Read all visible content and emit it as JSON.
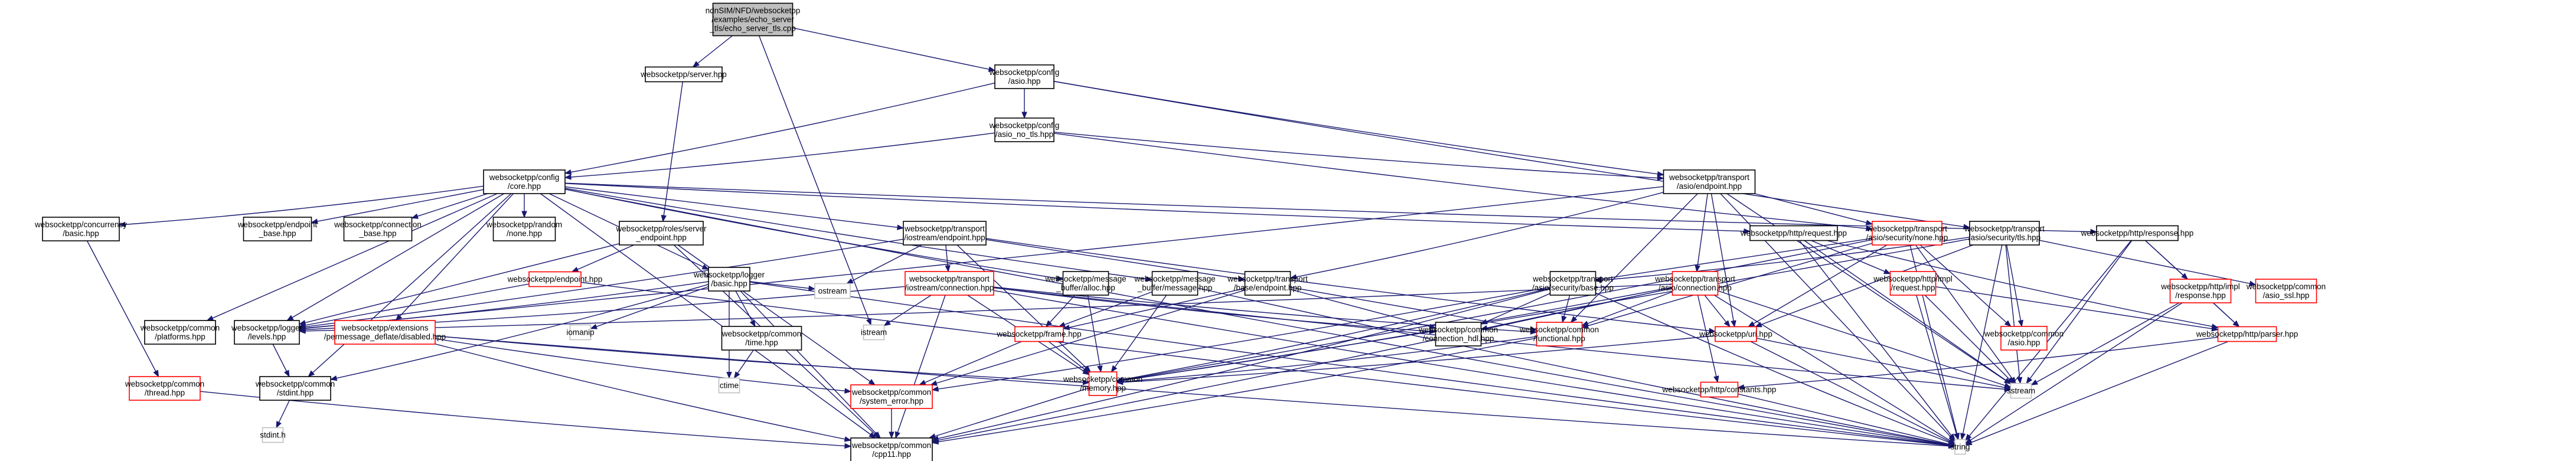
{
  "diagram": {
    "title": "Include dependency graph for echo_server_tls.cpp",
    "colors": {
      "edge": "#191970",
      "root_fill": "#bfbfbf",
      "missing_border": "#ff0000",
      "system_border": "#bfbfbf",
      "normal_border": "#000000"
    },
    "nodes": [
      {
        "id": "root",
        "kind": "root",
        "lines": [
          "ndnSIM/NFD/websocketpp",
          "/examples/echo_server",
          "_tls/echo_server_tls.cpp"
        ]
      },
      {
        "id": "server",
        "kind": "normal",
        "lines": [
          "websocketpp/server.hpp"
        ]
      },
      {
        "id": "cfg_asio",
        "kind": "normal",
        "lines": [
          "websocketpp/config",
          "/asio.hpp"
        ]
      },
      {
        "id": "cfg_asio_no_tls",
        "kind": "normal",
        "lines": [
          "websocketpp/config",
          "/asio_no_tls.hpp"
        ]
      },
      {
        "id": "cfg_core",
        "kind": "normal",
        "lines": [
          "websocketpp/config",
          "/core.hpp"
        ]
      },
      {
        "id": "tr_asio_ep",
        "kind": "normal",
        "lines": [
          "websocketpp/transport",
          "/asio/endpoint.hpp"
        ]
      },
      {
        "id": "conc_basic",
        "kind": "normal",
        "lines": [
          "websocketpp/concurrency",
          "/basic.hpp"
        ]
      },
      {
        "id": "ep_base",
        "kind": "normal",
        "lines": [
          "websocketpp/endpoint",
          "_base.hpp"
        ]
      },
      {
        "id": "conn_base",
        "kind": "normal",
        "lines": [
          "websocketpp/connection",
          "_base.hpp"
        ]
      },
      {
        "id": "rand_none",
        "kind": "normal",
        "lines": [
          "websocketpp/random",
          "/none.hpp"
        ]
      },
      {
        "id": "roles_srv",
        "kind": "normal",
        "lines": [
          "websocketpp/roles/server",
          "_endpoint.hpp"
        ]
      },
      {
        "id": "tr_ios_ep",
        "kind": "normal",
        "lines": [
          "websocketpp/transport",
          "/iostream/endpoint.hpp"
        ]
      },
      {
        "id": "http_req",
        "kind": "normal",
        "lines": [
          "websocketpp/http/request.hpp"
        ]
      },
      {
        "id": "sec_none",
        "kind": "red",
        "lines": [
          "websocketpp/transport",
          "/asio/security/none.hpp"
        ]
      },
      {
        "id": "sec_tls",
        "kind": "normal",
        "lines": [
          "websocketpp/transport",
          "/asio/security/tls.hpp"
        ]
      },
      {
        "id": "http_resp",
        "kind": "normal",
        "lines": [
          "websocketpp/http/response.hpp"
        ]
      },
      {
        "id": "endpoint",
        "kind": "red",
        "lines": [
          "websocketpp/endpoint.hpp"
        ]
      },
      {
        "id": "logger_basic",
        "kind": "normal",
        "lines": [
          "websocketpp/logger",
          "/basic.hpp"
        ]
      },
      {
        "id": "ostream",
        "kind": "sys",
        "lines": [
          "ostream"
        ]
      },
      {
        "id": "tr_ios_conn",
        "kind": "red",
        "lines": [
          "websocketpp/transport",
          "/iostream/connection.hpp"
        ]
      },
      {
        "id": "msg_alloc",
        "kind": "normal",
        "lines": [
          "websocketpp/message",
          "_buffer/alloc.hpp"
        ]
      },
      {
        "id": "msg_message",
        "kind": "normal",
        "lines": [
          "websocketpp/message",
          "_buffer/message.hpp"
        ]
      },
      {
        "id": "tr_base_ep",
        "kind": "normal",
        "lines": [
          "websocketpp/transport",
          "/base/endpoint.hpp"
        ]
      },
      {
        "id": "sec_base",
        "kind": "normal",
        "lines": [
          "websocketpp/transport",
          "/asio/security/base.hpp"
        ]
      },
      {
        "id": "tr_asio_conn",
        "kind": "red",
        "lines": [
          "websocketpp/transport",
          "/asio/connection.hpp"
        ]
      },
      {
        "id": "http_impl_req",
        "kind": "red",
        "lines": [
          "websocketpp/http/impl",
          "/request.hpp"
        ]
      },
      {
        "id": "http_impl_resp",
        "kind": "red",
        "lines": [
          "websocketpp/http/impl",
          "/response.hpp"
        ]
      },
      {
        "id": "asio_ssl",
        "kind": "red",
        "lines": [
          "websocketpp/common",
          "/asio_ssl.hpp"
        ]
      },
      {
        "id": "platforms",
        "kind": "normal",
        "lines": [
          "websocketpp/common",
          "/platforms.hpp"
        ]
      },
      {
        "id": "levels",
        "kind": "normal",
        "lines": [
          "websocketpp/logger",
          "/levels.hpp"
        ]
      },
      {
        "id": "pmd_disabled",
        "kind": "red",
        "lines": [
          "websocketpp/extensions",
          "/permessage_deflate/disabled.hpp"
        ]
      },
      {
        "id": "iomanip",
        "kind": "sys",
        "lines": [
          "iomanip"
        ]
      },
      {
        "id": "time",
        "kind": "normal",
        "lines": [
          "websocketpp/common",
          "/time.hpp"
        ]
      },
      {
        "id": "istream",
        "kind": "sys",
        "lines": [
          "istream"
        ]
      },
      {
        "id": "frame",
        "kind": "red",
        "lines": [
          "websocketpp/frame.hpp"
        ]
      },
      {
        "id": "conn_hdl",
        "kind": "normal",
        "lines": [
          "websocketpp/common",
          "/connection_hdl.hpp"
        ]
      },
      {
        "id": "functional",
        "kind": "red",
        "lines": [
          "websocketpp/common",
          "/functional.hpp"
        ]
      },
      {
        "id": "uri",
        "kind": "red",
        "lines": [
          "websocketpp/uri.hpp"
        ]
      },
      {
        "id": "common_asio",
        "kind": "red",
        "lines": [
          "websocketpp/common",
          "/asio.hpp"
        ]
      },
      {
        "id": "http_parser",
        "kind": "red",
        "lines": [
          "websocketpp/http/parser.hpp"
        ]
      },
      {
        "id": "thread",
        "kind": "red",
        "lines": [
          "websocketpp/common",
          "/thread.hpp"
        ]
      },
      {
        "id": "stdint",
        "kind": "normal",
        "lines": [
          "websocketpp/common",
          "/stdint.hpp"
        ]
      },
      {
        "id": "ctime",
        "kind": "sys",
        "lines": [
          "ctime"
        ]
      },
      {
        "id": "system_error",
        "kind": "red",
        "lines": [
          "websocketpp/common",
          "/system_error.hpp"
        ]
      },
      {
        "id": "memory",
        "kind": "red",
        "lines": [
          "websocketpp/common",
          "/memory.hpp"
        ]
      },
      {
        "id": "http_constants",
        "kind": "red",
        "lines": [
          "websocketpp/http/constants.hpp"
        ]
      },
      {
        "id": "sstream",
        "kind": "sys",
        "lines": [
          "sstream"
        ]
      },
      {
        "id": "stdint_h",
        "kind": "sys",
        "lines": [
          "stdint.h"
        ]
      },
      {
        "id": "cpp11",
        "kind": "normal",
        "lines": [
          "websocketpp/common",
          "/cpp11.hpp"
        ]
      },
      {
        "id": "string",
        "kind": "sys",
        "lines": [
          "string"
        ]
      }
    ],
    "edges": [
      [
        "root",
        "server"
      ],
      [
        "root",
        "cfg_asio"
      ],
      [
        "root",
        "istream"
      ],
      [
        "server",
        "roles_srv"
      ],
      [
        "cfg_asio",
        "cfg_asio_no_tls"
      ],
      [
        "cfg_asio",
        "cfg_core"
      ],
      [
        "cfg_asio",
        "tr_asio_ep"
      ],
      [
        "cfg_asio",
        "sec_tls"
      ],
      [
        "cfg_asio_no_tls",
        "cfg_core"
      ],
      [
        "cfg_asio_no_tls",
        "tr_asio_ep"
      ],
      [
        "cfg_asio_no_tls",
        "sec_none"
      ],
      [
        "cfg_core",
        "conc_basic"
      ],
      [
        "cfg_core",
        "ep_base"
      ],
      [
        "cfg_core",
        "conn_base"
      ],
      [
        "cfg_core",
        "rand_none"
      ],
      [
        "cfg_core",
        "tr_ios_ep"
      ],
      [
        "cfg_core",
        "http_req"
      ],
      [
        "cfg_core",
        "http_resp"
      ],
      [
        "cfg_core",
        "logger_basic"
      ],
      [
        "cfg_core",
        "platforms"
      ],
      [
        "cfg_core",
        "levels"
      ],
      [
        "cfg_core",
        "pmd_disabled"
      ],
      [
        "cfg_core",
        "stdint"
      ],
      [
        "cfg_core",
        "msg_alloc"
      ],
      [
        "cfg_core",
        "msg_message"
      ],
      [
        "cfg_core",
        "cpp11"
      ],
      [
        "cfg_core",
        "string"
      ],
      [
        "tr_asio_ep",
        "sec_none"
      ],
      [
        "tr_asio_ep",
        "tr_asio_conn"
      ],
      [
        "tr_asio_ep",
        "tr_base_ep"
      ],
      [
        "tr_asio_ep",
        "uri"
      ],
      [
        "tr_asio_ep",
        "functional"
      ],
      [
        "tr_asio_ep",
        "levels"
      ],
      [
        "tr_asio_ep",
        "sstream"
      ],
      [
        "tr_asio_ep",
        "string"
      ],
      [
        "conc_basic",
        "thread"
      ],
      [
        "roles_srv",
        "endpoint"
      ],
      [
        "roles_srv",
        "levels"
      ],
      [
        "roles_srv",
        "system_error"
      ],
      [
        "roles_srv",
        "cpp11"
      ],
      [
        "tr_ios_ep",
        "ostream"
      ],
      [
        "tr_ios_ep",
        "tr_ios_conn"
      ],
      [
        "tr_ios_ep",
        "tr_base_ep"
      ],
      [
        "tr_ios_ep",
        "levels"
      ],
      [
        "tr_ios_ep",
        "memory"
      ],
      [
        "tr_ios_ep",
        "uri"
      ],
      [
        "http_req",
        "http_impl_req"
      ],
      [
        "http_req",
        "http_parser"
      ],
      [
        "http_req",
        "sstream"
      ],
      [
        "http_req",
        "string"
      ],
      [
        "sec_none",
        "sec_base"
      ],
      [
        "sec_none",
        "common_asio"
      ],
      [
        "sec_none",
        "memory"
      ],
      [
        "sec_none",
        "functional"
      ],
      [
        "sec_none",
        "uri"
      ],
      [
        "sec_none",
        "sstream"
      ],
      [
        "sec_none",
        "string"
      ],
      [
        "sec_tls",
        "sec_base"
      ],
      [
        "sec_tls",
        "asio_ssl"
      ],
      [
        "sec_tls",
        "common_asio"
      ],
      [
        "sec_tls",
        "memory"
      ],
      [
        "sec_tls",
        "uri"
      ],
      [
        "sec_tls",
        "sstream"
      ],
      [
        "sec_tls",
        "string"
      ],
      [
        "http_resp",
        "http_impl_resp"
      ],
      [
        "http_resp",
        "http_parser"
      ],
      [
        "http_resp",
        "sstream"
      ],
      [
        "http_resp",
        "string"
      ],
      [
        "endpoint",
        "levels"
      ],
      [
        "endpoint",
        "string"
      ],
      [
        "logger_basic",
        "levels"
      ],
      [
        "logger_basic",
        "iomanip"
      ],
      [
        "logger_basic",
        "time"
      ],
      [
        "logger_basic",
        "ctime"
      ],
      [
        "logger_basic",
        "ostream"
      ],
      [
        "logger_basic",
        "stdint"
      ],
      [
        "logger_basic",
        "cpp11"
      ],
      [
        "logger_basic",
        "string"
      ],
      [
        "tr_ios_conn",
        "istream"
      ],
      [
        "tr_ios_conn",
        "levels"
      ],
      [
        "tr_ios_conn",
        "conn_hdl"
      ],
      [
        "tr_ios_conn",
        "functional"
      ],
      [
        "tr_ios_conn",
        "memory"
      ],
      [
        "tr_ios_conn",
        "cpp11"
      ],
      [
        "tr_ios_conn",
        "string"
      ],
      [
        "tr_ios_conn",
        "sstream"
      ],
      [
        "msg_alloc",
        "frame"
      ],
      [
        "msg_alloc",
        "memory"
      ],
      [
        "msg_message",
        "frame"
      ],
      [
        "msg_message",
        "memory"
      ],
      [
        "msg_message",
        "string"
      ],
      [
        "tr_base_ep",
        "frame"
      ],
      [
        "tr_base_ep",
        "conn_hdl"
      ],
      [
        "tr_base_ep",
        "functional"
      ],
      [
        "tr_base_ep",
        "system_error"
      ],
      [
        "sec_base",
        "conn_hdl"
      ],
      [
        "sec_base",
        "functional"
      ],
      [
        "sec_base",
        "memory"
      ],
      [
        "sec_base",
        "system_error"
      ],
      [
        "sec_base",
        "cpp11"
      ],
      [
        "sec_base",
        "string"
      ],
      [
        "tr_asio_conn",
        "conn_hdl"
      ],
      [
        "tr_asio_conn",
        "functional"
      ],
      [
        "tr_asio_conn",
        "memory"
      ],
      [
        "tr_asio_conn",
        "uri"
      ],
      [
        "tr_asio_conn",
        "levels"
      ],
      [
        "tr_asio_conn",
        "cpp11"
      ],
      [
        "tr_asio_conn",
        "sstream"
      ],
      [
        "tr_asio_conn",
        "string"
      ],
      [
        "tr_asio_conn",
        "http_constants"
      ],
      [
        "http_impl_req",
        "http_parser"
      ],
      [
        "http_impl_req",
        "sstream"
      ],
      [
        "http_impl_req",
        "string"
      ],
      [
        "http_impl_resp",
        "http_parser"
      ],
      [
        "http_impl_resp",
        "sstream"
      ],
      [
        "http_impl_resp",
        "string"
      ],
      [
        "levels",
        "stdint"
      ],
      [
        "pmd_disabled",
        "system_error"
      ],
      [
        "pmd_disabled",
        "cpp11"
      ],
      [
        "pmd_disabled",
        "string"
      ],
      [
        "pmd_disabled",
        "memory"
      ],
      [
        "time",
        "ctime"
      ],
      [
        "frame",
        "system_error"
      ],
      [
        "frame",
        "memory"
      ],
      [
        "functional",
        "memory"
      ],
      [
        "functional",
        "cpp11"
      ],
      [
        "uri",
        "memory"
      ],
      [
        "uri",
        "sstream"
      ],
      [
        "uri",
        "string"
      ],
      [
        "http_parser",
        "http_constants"
      ],
      [
        "http_parser",
        "string"
      ],
      [
        "thread",
        "cpp11"
      ],
      [
        "stdint",
        "stdint_h"
      ],
      [
        "system_error",
        "cpp11"
      ],
      [
        "memory",
        "cpp11"
      ],
      [
        "http_constants",
        "string"
      ]
    ]
  }
}
